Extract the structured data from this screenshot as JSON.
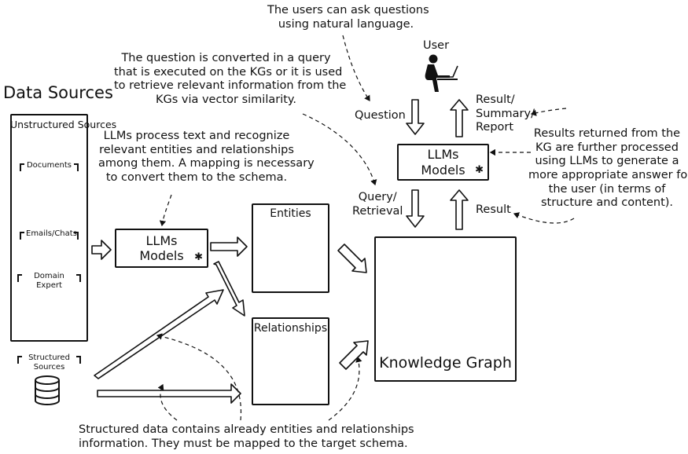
{
  "title": "Data Sources",
  "data_sources": {
    "unstructured": {
      "title": "Unstructured Sources",
      "items": [
        {
          "label": "Documents",
          "icon": "documents-icon"
        },
        {
          "label": "Emails/Chats",
          "icon": "email-icon"
        },
        {
          "label": "Domain Expert",
          "icon": "expert-head-icon"
        }
      ]
    },
    "structured": {
      "label": "Structured Sources",
      "icon": "database-icon"
    }
  },
  "llm_extract": {
    "line1": "LLMs",
    "line2": "Models",
    "icon": "gear-icon"
  },
  "llm_query": {
    "line1": "LLMs",
    "line2": "Models",
    "icon": "gear-icon"
  },
  "entities": {
    "title": "Entities",
    "icons": [
      "location-pin-icon",
      "id-badge-icon",
      "id-badge-icon",
      "store-icon",
      "location-pin-icon",
      "store-icon"
    ]
  },
  "relationships": {
    "title": "Relationships"
  },
  "knowledge_graph": {
    "title": "Knowledge Graph"
  },
  "user": {
    "label": "User",
    "icon": "user-at-laptop-icon"
  },
  "flow_labels": {
    "question": "Question",
    "result_summary": [
      "Result/",
      "Summary/",
      "Report"
    ],
    "query_retrieval": [
      "Query/",
      "Retrieval"
    ],
    "result": "Result"
  },
  "notes": {
    "users_ask": [
      "The users can ask questions",
      "using natural language."
    ],
    "question_converted": [
      "The question is converted in a query",
      "that is executed on the KGs or it is used",
      "to retrieve relevant information from the",
      "KGs via vector similarity."
    ],
    "llms_process": [
      "LLMs process text and recognize",
      "relevant entities and relationships",
      "among them. A mapping is necessary",
      "to convert them to the schema."
    ],
    "results_returned": [
      "Results returned from the",
      "KG are further processed",
      "using LLMs to generate a",
      "more appropriate answer for",
      "the user (in terms of",
      "structure and content)."
    ],
    "structured_data": [
      "Structured data contains already entities and relationships",
      "information. They must be mapped to the target schema."
    ]
  }
}
